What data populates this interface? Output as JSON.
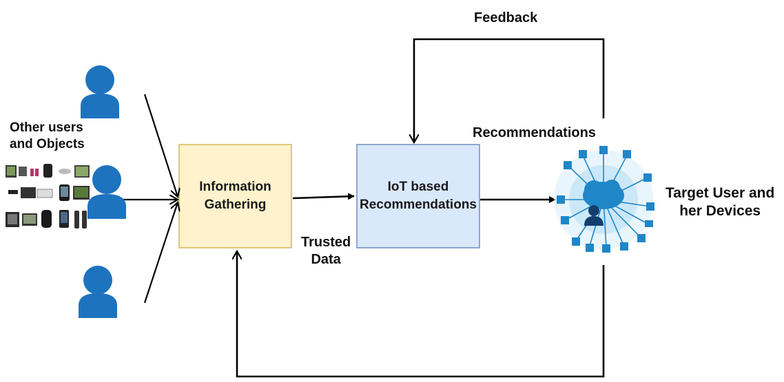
{
  "labels": {
    "feedback": "Feedback",
    "other_users_line1": "Other users",
    "other_users_line2": "and Objects",
    "recommendations": "Recommendations",
    "trusted_line1": "Trusted",
    "trusted_line2": "Data",
    "target_line1": "Target User and",
    "target_line2": "her Devices"
  },
  "boxes": {
    "info_line1": "Information",
    "info_line2": "Gathering",
    "iot_line1": "IoT based",
    "iot_line2": "Recommendations"
  },
  "colors": {
    "info_box_fill": "#FFF2CC",
    "info_box_border": "#D6B656",
    "iot_box_fill": "#DAE8FC",
    "iot_box_border": "#6C8EBF",
    "user_icon": "#1E73BE",
    "iot_hub_bg": "#D8EEFA",
    "iot_hub_core": "#1F86C8",
    "arrow": "#000000"
  },
  "icons": {
    "user": "user-icon",
    "devices": "devices-collage-icon",
    "iot_hub": "iot-hub-icon"
  }
}
